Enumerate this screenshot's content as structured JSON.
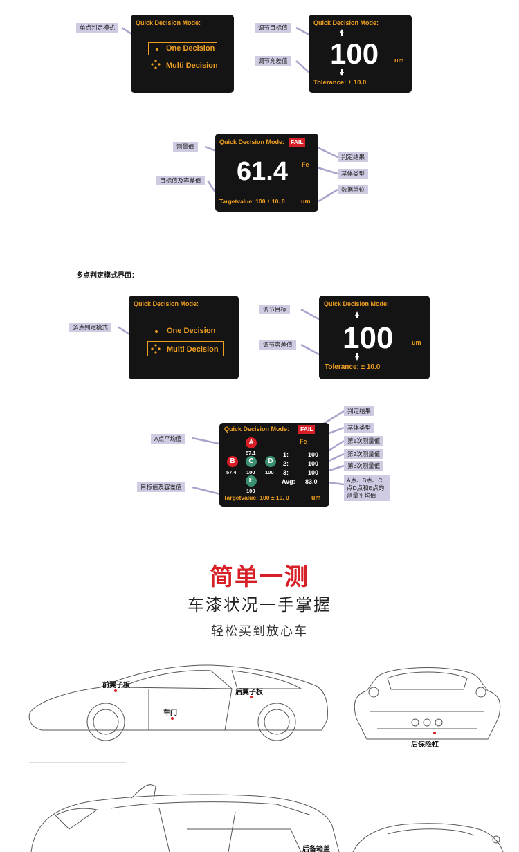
{
  "single": {
    "mode_screen": {
      "title": "Quick Decision Mode:",
      "option1": "One Decision",
      "option2": "Multi Decision",
      "label": "单点判定模式"
    },
    "adjust_screen": {
      "title": "Quick Decision Mode:",
      "value": "100",
      "unit": "um",
      "tolerance": "Tolerance: ± 10.0",
      "label_target": "调节目标值",
      "label_tolerance": "调节允差值"
    },
    "result_screen": {
      "title": "Quick Decision Mode:",
      "fail": "FAIL",
      "value": "61.4",
      "substrate": "Fe",
      "target": "Targetvalue:  100  ±  10. 0",
      "unit": "um",
      "label_measured": "测量值",
      "label_target_tol": "目标值及容差值",
      "label_result": "判定结果",
      "label_substrate": "基体类型",
      "label_unit": "数据单位"
    }
  },
  "multi": {
    "heading": "多点判定模式界面：",
    "mode_screen": {
      "title": "Quick Decision Mode:",
      "option1": "One Decision",
      "option2": "Multi Decision",
      "label": "多点判定模式"
    },
    "adjust_screen": {
      "title": "Quick Decision Mode:",
      "value": "100",
      "unit": "um",
      "tolerance": "Tolerance: ± 10.0",
      "label_target": "调节目标",
      "label_tolerance": "调节容差值"
    },
    "result_screen": {
      "title": "Quick Decision Mode:",
      "fail": "FAIL",
      "substrate": "Fe",
      "points": [
        {
          "letter": "A",
          "value": "57.1",
          "color": "#d71f27"
        },
        {
          "letter": "B",
          "value": "57.4",
          "color": "#d71f27"
        },
        {
          "letter": "C",
          "value": "100",
          "color": "#3a8f6e"
        },
        {
          "letter": "D",
          "value": "100",
          "color": "#3a8f6e"
        },
        {
          "letter": "E",
          "value": "100",
          "color": "#3a8f6e"
        }
      ],
      "rows": [
        {
          "k": "1:",
          "v": "100"
        },
        {
          "k": "2:",
          "v": "100"
        },
        {
          "k": "3:",
          "v": "100"
        },
        {
          "k": "Avg:",
          "v": "83.0"
        }
      ],
      "target": "Targetvalue:  100  ±  10. 0",
      "unit": "um",
      "label_a_avg": "A点平均值",
      "label_target_tol": "目标值及容差值",
      "label_result": "判定结果",
      "label_substrate": "基体类型",
      "label_m1": "第1次测量值",
      "label_m2": "第2次测量值",
      "label_m3": "第3次测量值",
      "label_avg": "A点、B点、C点D点和E点的测量平均值"
    }
  },
  "promo": {
    "title": "简单一测",
    "subtitle": "车漆状况一手掌握",
    "subtitle2": "轻松买到放心车"
  },
  "car_labels": {
    "front_fender": "前翼子板",
    "rear_fender": "后翼子板",
    "door": "车门",
    "rear_bumper": "后保险杠",
    "trunk": "后备箱盖"
  },
  "colors": {
    "accent": "#f0a020",
    "fail_red": "#d71f27",
    "label_bg": "#cfcbe3",
    "screen_bg": "#141414"
  }
}
